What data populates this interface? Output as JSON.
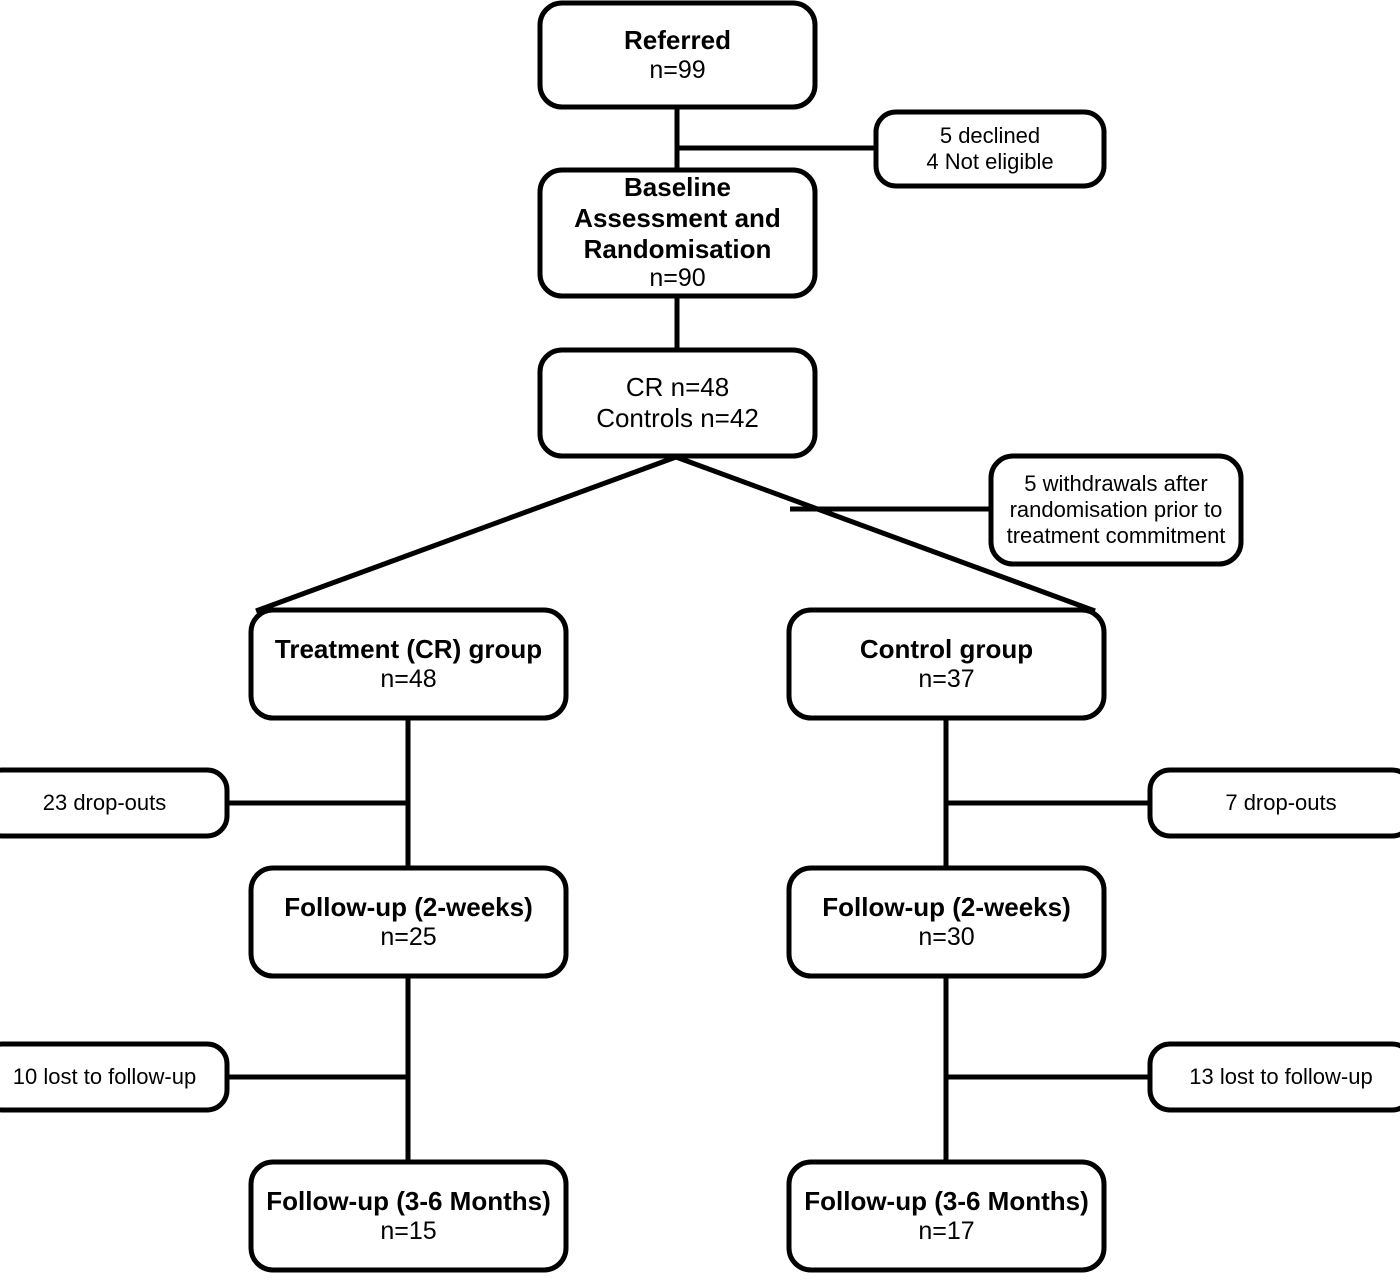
{
  "figure": {
    "type": "flowchart",
    "title": "CONSORT participant flow diagram",
    "colors": {
      "stroke": "#000000",
      "fill": "#ffffff",
      "text": "#000000"
    }
  },
  "nodes": {
    "referred": {
      "label": "Referred",
      "count": "n=99"
    },
    "baseline": {
      "line1": "Baseline",
      "line2": "Assessment and",
      "line3": "Randomisation",
      "count": "n=90"
    },
    "declined": {
      "line1": "5 declined",
      "line2": "4 Not eligible"
    },
    "allocation": {
      "line1": "CR n=48",
      "line2": "Controls n=42"
    },
    "withdrawals": {
      "line1": "5 withdrawals after",
      "line2": "randomisation prior to",
      "line3": "treatment commitment"
    },
    "treatment_group": {
      "label": "Treatment (CR) group",
      "count": "n=48"
    },
    "control_group": {
      "label": "Control group",
      "count": "n=37"
    },
    "treatment_dropouts": {
      "label": "23 drop-outs"
    },
    "control_dropouts": {
      "label": "7 drop-outs"
    },
    "treatment_followup_2w": {
      "label": "Follow-up (2-weeks)",
      "count": "n=25"
    },
    "control_followup_2w": {
      "label": "Follow-up (2-weeks)",
      "count": "n=30"
    },
    "treatment_lost": {
      "label": "10 lost to follow-up"
    },
    "control_lost": {
      "label": "13 lost to follow-up"
    },
    "treatment_followup_36m": {
      "label": "Follow-up (3-6 Months)",
      "count": "n=15"
    },
    "control_followup_36m": {
      "label": "Follow-up (3-6 Months)",
      "count": "n=17"
    }
  }
}
